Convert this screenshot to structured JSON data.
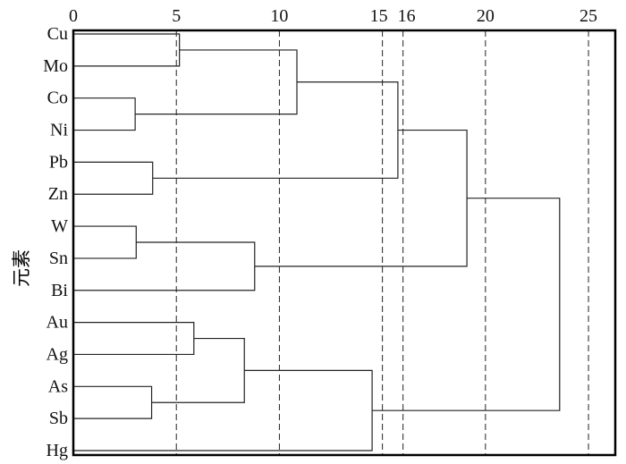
{
  "chart_data": {
    "type": "dendrogram",
    "ylabel": "元素",
    "xlabel": "",
    "xlim": [
      0,
      26.3
    ],
    "x_ticks": [
      0,
      5,
      10,
      15,
      16,
      20,
      25
    ],
    "x_tick_labels": [
      "0",
      "5",
      "10",
      "15",
      "16",
      "20",
      "25"
    ],
    "dashed_reference_lines": [
      5,
      10,
      15,
      16,
      20,
      25
    ],
    "leaves": [
      "Cu",
      "Mo",
      "Co",
      "Ni",
      "Pb",
      "Zn",
      "W",
      "Sn",
      "Bi",
      "Au",
      "Ag",
      "As",
      "Sb",
      "Hg"
    ],
    "merges": [
      {
        "id": "A",
        "children": [
          "Cu",
          "Mo"
        ],
        "distance": 5.15
      },
      {
        "id": "B",
        "children": [
          "Co",
          "Ni"
        ],
        "distance": 3.0
      },
      {
        "id": "C",
        "children": [
          "A",
          "B"
        ],
        "distance": 10.85
      },
      {
        "id": "D",
        "children": [
          "Pb",
          "Zn"
        ],
        "distance": 3.85
      },
      {
        "id": "E",
        "children": [
          "C",
          "D"
        ],
        "distance": 15.75
      },
      {
        "id": "F",
        "children": [
          "W",
          "Sn"
        ],
        "distance": 3.05
      },
      {
        "id": "G",
        "children": [
          "F",
          "Bi"
        ],
        "distance": 8.8
      },
      {
        "id": "H",
        "children": [
          "E",
          "G"
        ],
        "distance": 19.1
      },
      {
        "id": "I",
        "children": [
          "Au",
          "Ag"
        ],
        "distance": 5.85
      },
      {
        "id": "J",
        "children": [
          "As",
          "Sb"
        ],
        "distance": 3.8
      },
      {
        "id": "K",
        "children": [
          "I",
          "J"
        ],
        "distance": 8.3
      },
      {
        "id": "L",
        "children": [
          "K",
          "Hg"
        ],
        "distance": 14.5
      },
      {
        "id": "M",
        "children": [
          "H",
          "L"
        ],
        "distance": 23.6
      }
    ]
  }
}
